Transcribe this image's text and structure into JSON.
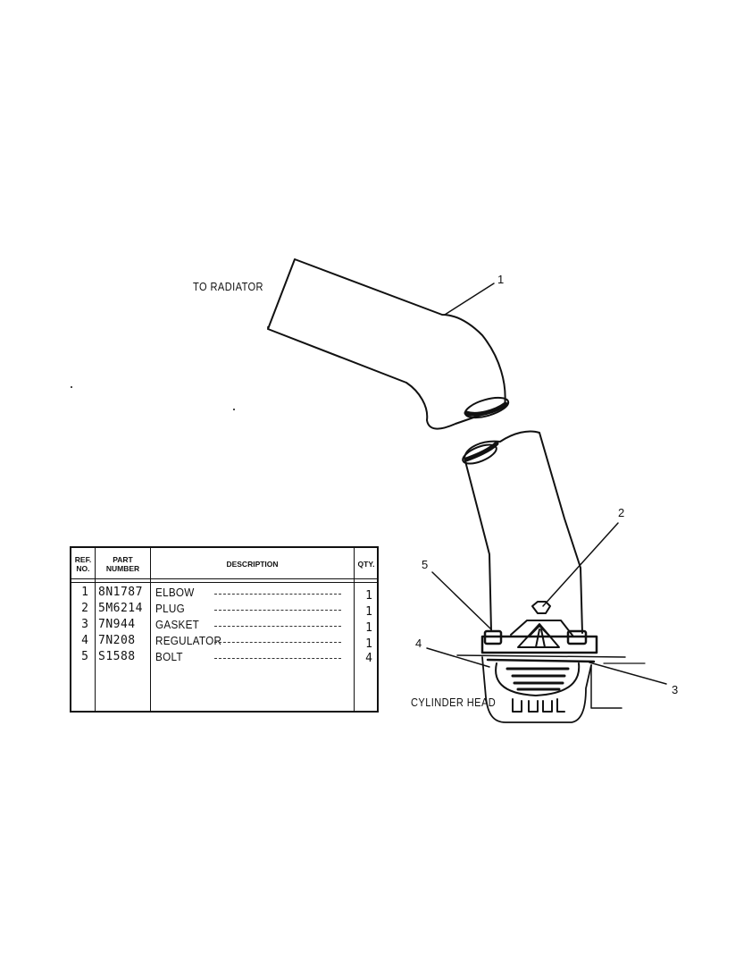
{
  "labels": {
    "to_radiator": "TO RADIATOR",
    "cylinder_head": "CYLINDER HEAD"
  },
  "callouts": [
    "1",
    "2",
    "3",
    "4",
    "5"
  ],
  "table": {
    "headers": {
      "ref_line1": "REF.",
      "ref_line2": "NO.",
      "part_line1": "PART",
      "part_line2": "NUMBER",
      "description": "DESCRIPTION",
      "qty": "QTY."
    },
    "rows": [
      {
        "ref": "1",
        "part_number": "8N1787",
        "description": "ELBOW",
        "qty": "1"
      },
      {
        "ref": "2",
        "part_number": "5M6214",
        "description": "PLUG",
        "qty": "1"
      },
      {
        "ref": "3",
        "part_number": "7N944",
        "description": "GASKET",
        "qty": "1"
      },
      {
        "ref": "4",
        "part_number": "7N208",
        "description": "REGULATOR",
        "qty": "1"
      },
      {
        "ref": "5",
        "part_number": "S1588",
        "description": "BOLT",
        "qty": "4"
      }
    ]
  }
}
